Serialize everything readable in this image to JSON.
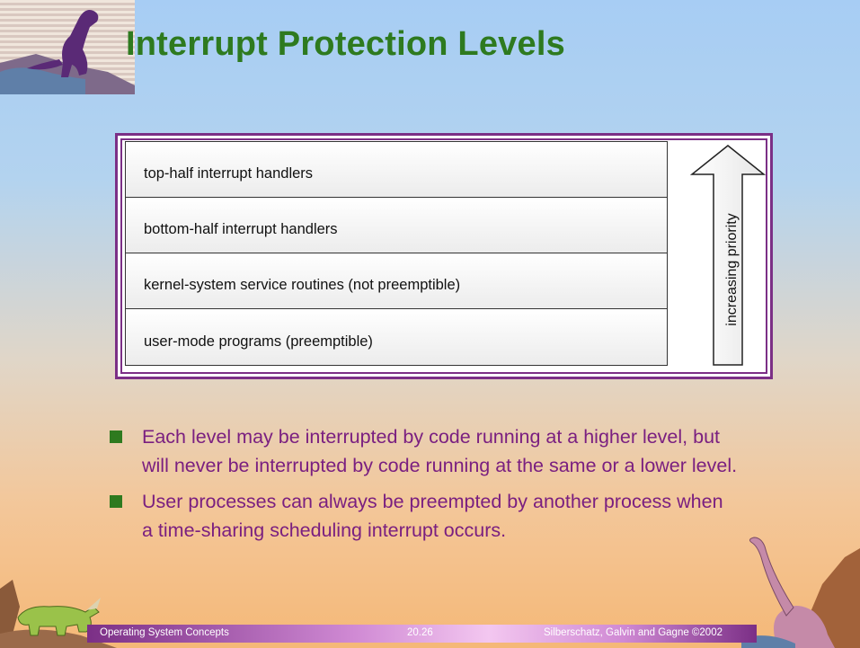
{
  "title": "Interrupt Protection Levels",
  "levels": [
    "top-half interrupt handlers",
    "bottom-half interrupt handlers",
    "kernel-system service routines (not preemptible)",
    "user-mode programs (preemptible)"
  ],
  "arrow_label": "increasing priority",
  "bullets": [
    "Each level may be interrupted by code running at a higher level, but will never be interrupted by code running at the same or a lower level.",
    "User processes can always be preempted by another process when a time-sharing scheduling interrupt occurs."
  ],
  "footer": {
    "left": "Operating System Concepts",
    "center": "20.26",
    "right": "Silberschatz, Galvin and  Gagne ©2002"
  },
  "colors": {
    "title": "#2e7a1f",
    "bullet_text": "#7a1f80",
    "bullet_square": "#2e7a1f",
    "frame": "#7b2f86",
    "footer_bar": "#7b2f86"
  },
  "icons": [
    "dinosaur-top-left-icon",
    "triceratops-icon",
    "brontosaurus-icon"
  ]
}
